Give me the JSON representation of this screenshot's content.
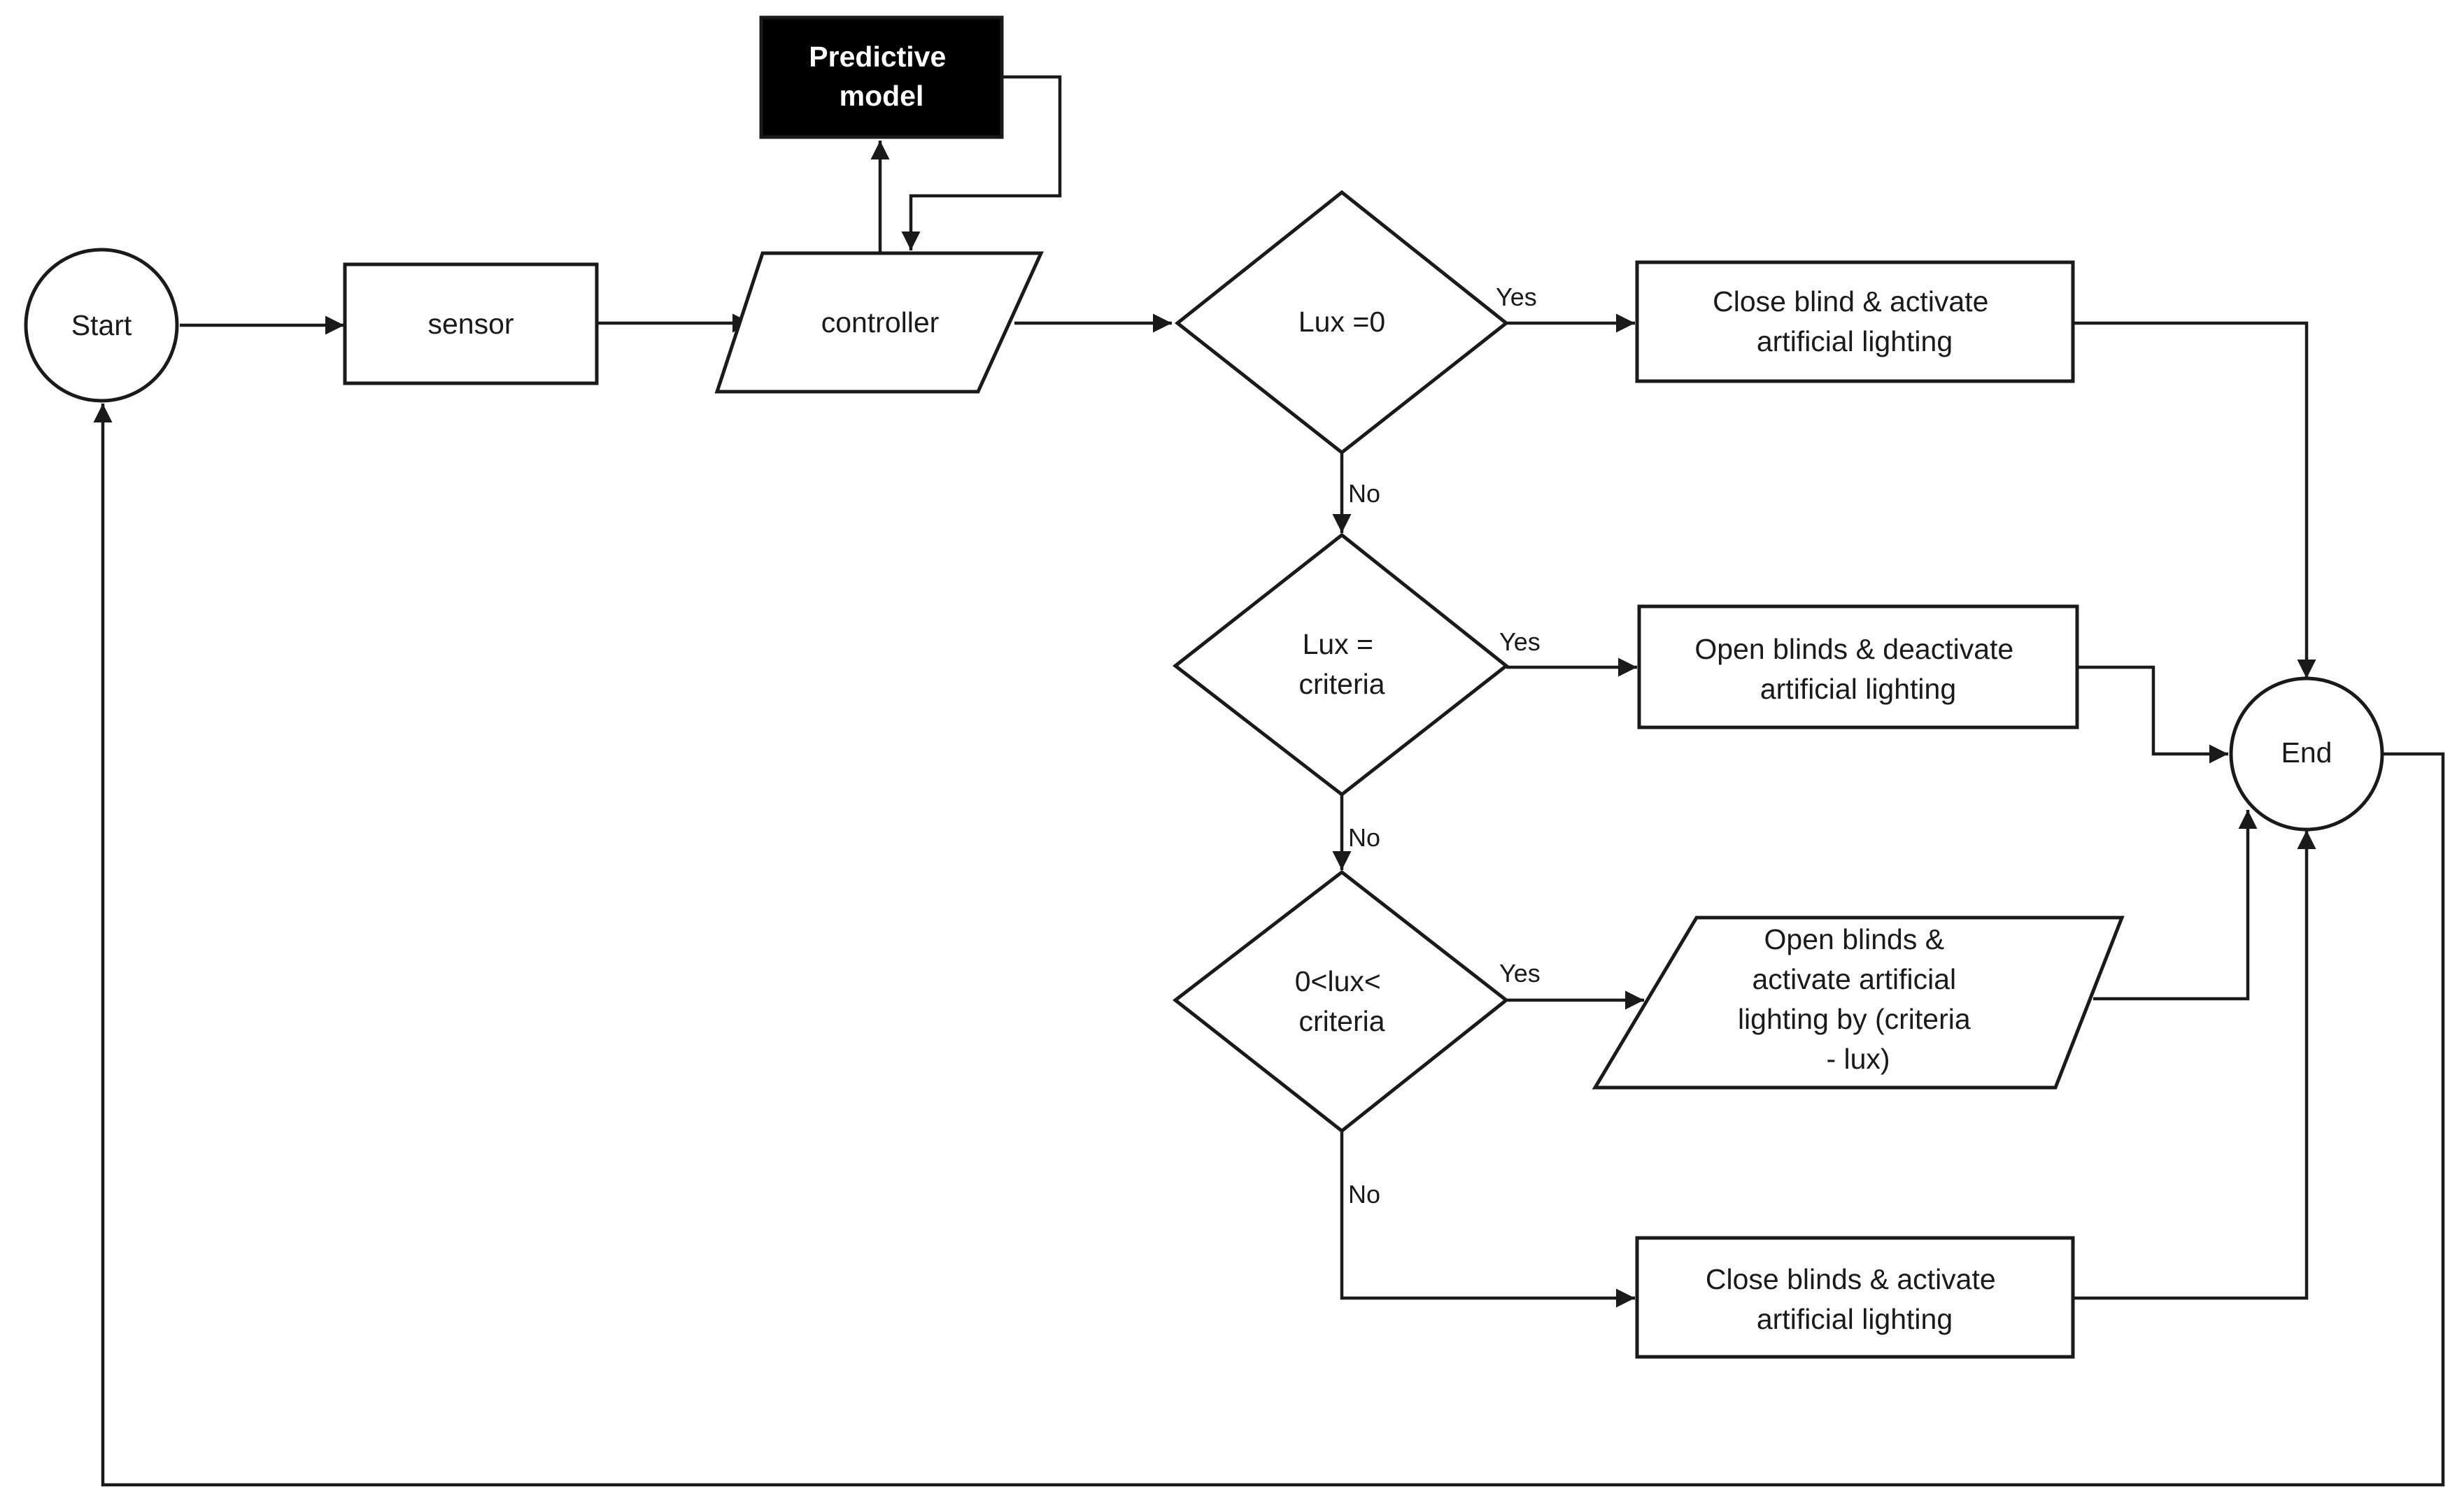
{
  "nodes": {
    "start": "Start",
    "sensor": "sensor",
    "controller": "controller",
    "predictive_model": [
      "Predictive",
      "model"
    ],
    "decision_lux_zero": "Lux =0",
    "decision_lux_criteria": [
      "Lux =",
      "criteria"
    ],
    "decision_lux_between": [
      "0<lux<",
      "criteria"
    ],
    "action_close_blind": [
      "Close blind & activate",
      "artificial lighting"
    ],
    "action_open_blinds_deactivate": [
      "Open blinds & deactivate",
      "artificial lighting"
    ],
    "action_open_blinds_activate_by": [
      "Open blinds &",
      "activate artificial",
      "lighting by (criteria",
      "- lux)"
    ],
    "action_close_blinds_activate": [
      "Close blinds & activate",
      "artificial lighting"
    ],
    "end": "End"
  },
  "edge_labels": {
    "yes_1": "Yes",
    "no_1": "No",
    "yes_2": "Yes",
    "no_2": "No",
    "yes_3": "Yes",
    "no_3": "No"
  },
  "colors": {
    "stroke": "#1a1a1a",
    "fill": "#ffffff",
    "highlight_fill": "#000000",
    "highlight_text": "#ffffff"
  }
}
